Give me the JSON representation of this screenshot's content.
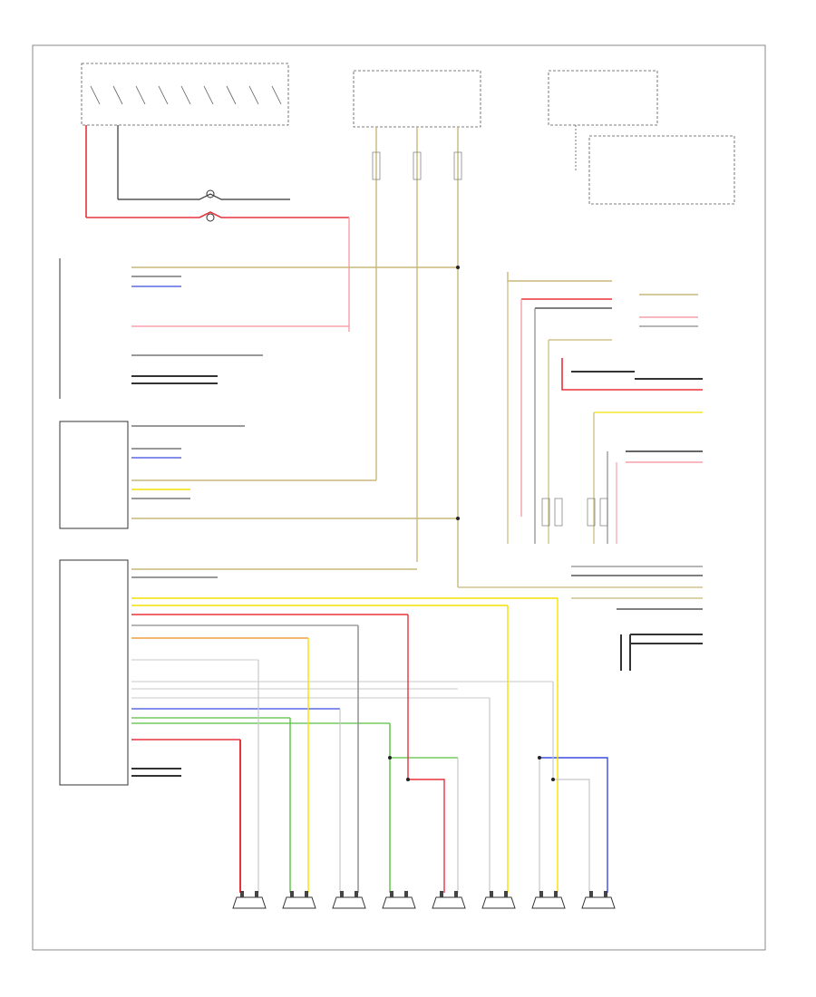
{
  "figure_label": "",
  "wire_colors": {
    "red": "#e8323c",
    "pink": "#f5a0a8",
    "yellow": "#f4e000",
    "tan": "#c8b878",
    "gray": "#8a8a8a",
    "dark": "#333333",
    "blue": "#3b4be0",
    "lightblue": "#9aa8ff",
    "green": "#58c040",
    "lightgreen": "#a8e098",
    "orange": "#f0a040",
    "violet": "#c890f0",
    "lightgray": "#c8c8c8"
  },
  "speakers": [
    {
      "id": "spk1"
    },
    {
      "id": "spk2"
    },
    {
      "id": "spk3"
    },
    {
      "id": "spk4"
    },
    {
      "id": "spk5"
    },
    {
      "id": "spk6"
    },
    {
      "id": "spk7"
    },
    {
      "id": "spk8"
    }
  ]
}
